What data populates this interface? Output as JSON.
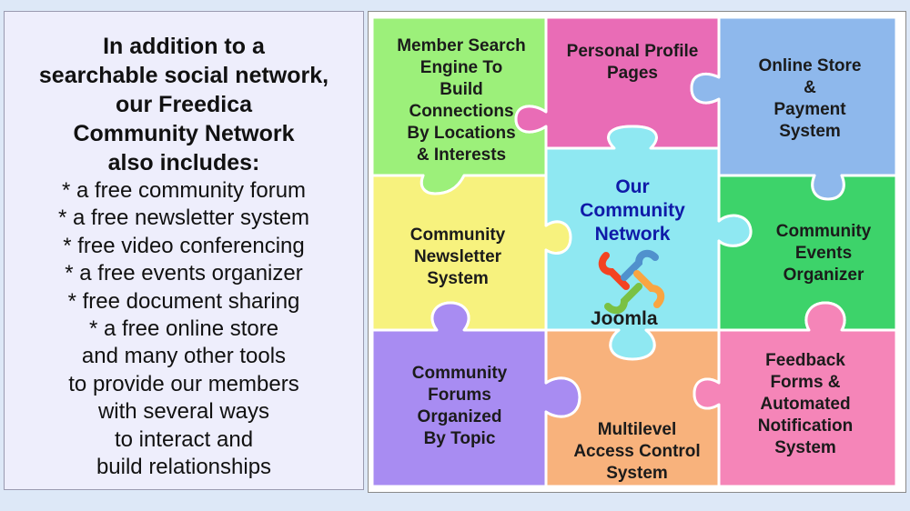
{
  "intro": {
    "lines": [
      "In addition to a",
      "searchable social network,",
      "our Freedica",
      "Community Network",
      "also includes:"
    ]
  },
  "features": {
    "lines": [
      "* a free community forum",
      "* a free newsletter system",
      "* free video conferencing",
      "* a free events organizer",
      "* free document sharing",
      "* a free online store",
      "and many other tools",
      "to provide our members",
      "with several ways",
      "to interact and",
      "build relationships"
    ]
  },
  "puzzle": {
    "pieces": {
      "member_search": {
        "lines": [
          "Member Search",
          "Engine To",
          "Build",
          "Connections",
          "By Locations",
          "& Interests"
        ],
        "color": "#9cf07a"
      },
      "profile": {
        "lines": [
          "Personal Profile",
          "Pages"
        ],
        "color": "#e96cb6"
      },
      "store": {
        "lines": [
          "Online Store",
          "&",
          "Payment",
          "System"
        ],
        "color": "#8eb8ec"
      },
      "newsletter": {
        "lines": [
          "Community",
          "Newsletter",
          "System"
        ],
        "color": "#f7f27e"
      },
      "center": {
        "lines": [
          "Our",
          "Community",
          "Network"
        ],
        "color": "#8fe8f2"
      },
      "events": {
        "lines": [
          "Community",
          "Events",
          "Organizer"
        ],
        "color": "#3dd36a"
      },
      "forums": {
        "lines": [
          "Community",
          "Forums",
          "Organized",
          "By Topic"
        ],
        "color": "#a88cf2"
      },
      "access": {
        "lines": [
          "Multilevel",
          "Access Control",
          "System"
        ],
        "color": "#f8b27c"
      },
      "feedback": {
        "lines": [
          "Feedback",
          "Forms &",
          "Automated",
          "Notification",
          "System"
        ],
        "color": "#f585b8"
      }
    },
    "logo": {
      "name": "joomla-logo-icon",
      "text": "Joomla",
      "colors": [
        "#f44321",
        "#5091cd",
        "#f9a541",
        "#7ac143"
      ]
    }
  }
}
